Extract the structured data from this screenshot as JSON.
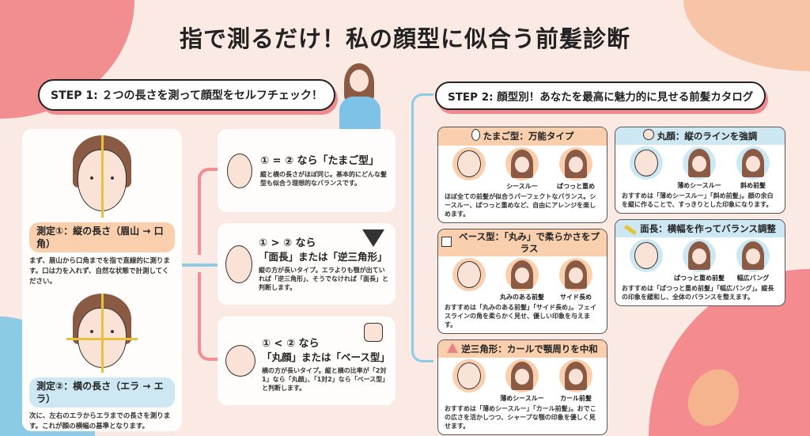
{
  "title": "指で測るだけ！私の顔型に似合う前髪診断",
  "step1": {
    "label": "STEP 1: ２つの長さを測って顔型をセルフチェック！",
    "measure1": {
      "label": "測定①：縦の長さ（眉山 → 口角）",
      "desc": "まず、眉山から口角までを指で直線的に測ります。口は力を入れず、自然な状態で計測してください。"
    },
    "measure2": {
      "label": "測定②：横の長さ（エラ → エラ）",
      "desc": "次に、左右のエラからエラまでの長さを測ります。これが顔の横幅の基準となります。"
    },
    "results": [
      {
        "cond": "① = ② なら「たまご型」",
        "desc": "縦と横の長さがほぼ同じ。基本的にどんな髪型も似合う理想的なバランスです。"
      },
      {
        "cond": "① > ② なら",
        "type": "「面長」または「逆三角形」",
        "desc": "縦の方が長いタイプ。エラよりも顎が出ていれば「逆三角形」、そうでなければ「面長」と判断します。"
      },
      {
        "cond": "① < ② なら",
        "type": "「丸顔」または「ベース型」",
        "desc": "横の方が長いタイプ。縦と横の比率が「2対1」なら「丸顔」、「1対2」なら「ベース型」と判断します。"
      }
    ]
  },
  "step2": {
    "label": "STEP 2: 顔型別！あなたを最高に魅力的に見せる前髪カタログ",
    "cards": [
      {
        "title": "たまご型：万能タイプ",
        "styles": [
          "シースルー",
          "ぱつっと重め"
        ],
        "desc": "ほぼ全ての前髪が似合うパーフェクトなバランス。シースルー、ぱつっと重めなど、自由にアレンジを楽しめます。"
      },
      {
        "title": "丸顔：縦のラインを強調",
        "styles": [
          "薄めシースルー",
          "斜め前髪"
        ],
        "desc": "おすすめは「薄めシースルー」「斜め前髪」。顔の余白を縦に作ることで、すっきりとした印象になります。"
      },
      {
        "title": "ベース型：「丸み」で柔らかさをプラス",
        "styles": [
          "丸みのある前髪",
          "サイド長め"
        ],
        "desc": "おすすめは「丸みのある前髪」「サイド長め」。フェイスラインの角を柔らかく見せ、優しい印象を与えます。"
      },
      {
        "title": "面長：横幅を作ってバランス調整",
        "styles": [
          "ぱつっと重め前髪",
          "幅広バング"
        ],
        "desc": "おすすめは「ぱつっと重め前髪」「幅広バング」。縦長の印象を緩和し、全体のバランスを整えます。"
      },
      {
        "title": "逆三角形：カールで顎周りを中和",
        "styles": [
          "薄めシースルー",
          "カール前髪"
        ],
        "desc": "おすすめは「薄めシースルー」「カール前髪」。おでこの広さを活かしつつ、シャープな顎の印象を優しく見せます。"
      }
    ]
  },
  "colors": {
    "orange": "#f9cfae",
    "blue": "#cde8f3",
    "pink": "#f08a8f",
    "hair": "#8a5a44"
  }
}
